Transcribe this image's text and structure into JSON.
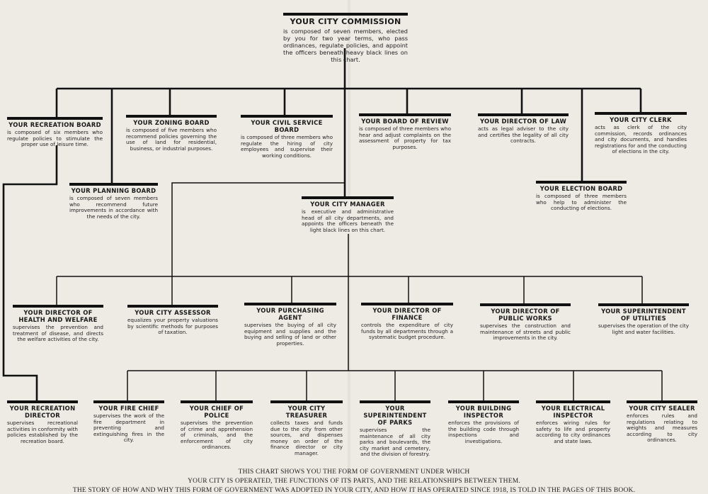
{
  "nodes": [
    {
      "title": "YOUR CITY COMMISSION",
      "description": "is composed of seven members, elected by you for two year terms, who pass ordinances, regulate policies, and appoint the officers beneath heavy black lines on this chart."
    },
    {
      "title": "YOUR RECREATION BOARD",
      "description": "is composed of six members who regulate policies to stimulate the proper use of leisure time."
    },
    {
      "title": "YOUR ZONING BOARD",
      "description": "is composed of five members who recommend policies governing the use of land for residential, business, or industrial purposes."
    },
    {
      "title": "YOUR CIVIL SERVICE BOARD",
      "description": "is composed of three members who regulate the hiring of city employees and supervise their working conditions."
    },
    {
      "title": "YOUR BOARD OF REVIEW",
      "description": "is composed of three members who hear and adjust complaints on the assessment of property for tax purposes."
    },
    {
      "title": "YOUR DIRECTOR OF LAW",
      "description": "acts as legal adviser to the city and certifies the legality of all city contracts."
    },
    {
      "title": "YOUR CITY CLERK",
      "description": "acts as clerk of the city commission, records ordinances and city documents, and handles registrations for and the conducting of elections in the city."
    },
    {
      "title": "YOUR PLANNING BOARD",
      "description": "is composed of seven members who recommend future improvements in accordance with the needs of the city."
    },
    {
      "title": "YOUR ELECTION BOARD",
      "description": "is composed of three members who help to administer the conducting of elections."
    },
    {
      "title": "YOUR CITY MANAGER",
      "description": "is executive and administrative head of all city departments, and appoints the officers beneath the light black lines on this chart."
    },
    {
      "title": "YOUR DIRECTOR OF HEALTH AND WELFARE",
      "description": "supervises the prevention and treatment of disease, and directs the welfare activities of the city."
    },
    {
      "title": "YOUR CITY ASSESSOR",
      "description": "equalizes your property valuations by scientific methods for purposes of taxation."
    },
    {
      "title": "YOUR PURCHASING AGENT",
      "description": "supervises the buying of all city equipment and supplies and the buying and selling of land or other properties."
    },
    {
      "title": "YOUR DIRECTOR OF FINANCE",
      "description": "controls the expenditure of city funds by all departments through a systematic budget procedure."
    },
    {
      "title": "YOUR DIRECTOR OF PUBLIC WORKS",
      "description": "supervises the construction and maintenance of streets and public improvements in the city."
    },
    {
      "title": "YOUR SUPERINTENDENT OF UTILITIES",
      "description": "supervises the operation of the city light and water facilities."
    },
    {
      "title": "YOUR RECREATION DIRECTOR",
      "description": "supervises recreational activities in conformity with policies established by the recreation board."
    },
    {
      "title": "YOUR FIRE CHIEF",
      "description": "supervises the work of the fire department in preventing and extinguishing fires in the city."
    },
    {
      "title": "YOUR CHIEF OF POLICE",
      "description": "supervises the prevention of crime and apprehension of criminals, and the enforcement of city ordinances."
    },
    {
      "title": "YOUR CITY TREASURER",
      "description": "collects taxes and funds due to the city from other sources, and dispenses money on order of the finance director or city manager."
    },
    {
      "title": "YOUR SUPERINTENDENT OF PARKS",
      "description": "supervises the maintenance of all city parks and boulevards, the city market and cemetery, and the division of forestry."
    },
    {
      "title": "YOUR BUILDING INSPECTOR",
      "description": "enforces the provisions of the building code through inspections and investigations."
    },
    {
      "title": "YOUR ELECTRICAL INSPECTOR",
      "description": "enforces wiring rules for safety to life and property according to city ordinances and state laws."
    },
    {
      "title": "YOUR CITY SEALER",
      "description": "enforces rules and regulations relating to weights and measures according to city ordinances."
    }
  ],
  "footer": [
    "THIS CHART SHOWS YOU THE FORM OF GOVERNMENT UNDER WHICH",
    "YOUR CITY IS OPERATED, THE FUNCTIONS OF ITS PARTS, AND THE RELATIONSHIPS BETWEEN THEM.",
    "THE STORY OF HOW AND WHY THIS FORM OF GOVERNMENT WAS ADOPTED IN YOUR CITY, AND HOW IT HAS OPERATED SINCE 1918, IS TOLD IN THE PAGES OF THIS BOOK."
  ],
  "colors": {
    "paper": "#eeebe5",
    "ink": "#111111"
  }
}
